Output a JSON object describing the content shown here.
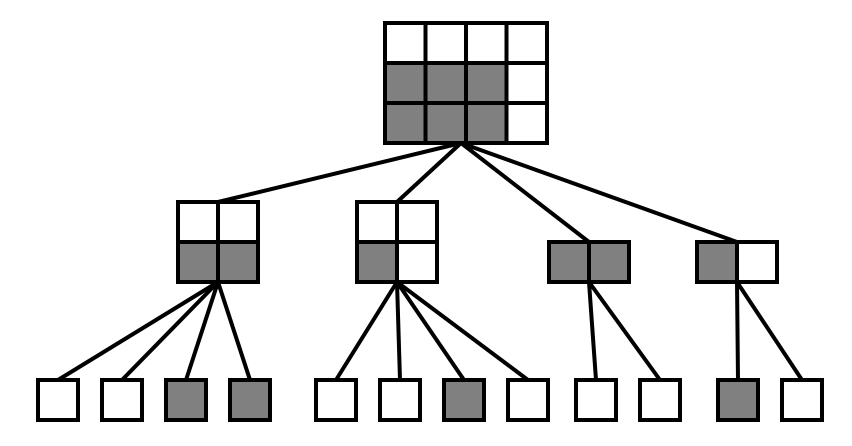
{
  "colors": {
    "filled": "#808080",
    "empty": "#ffffff",
    "stroke": "#000000"
  },
  "tree": {
    "root": {
      "cells": [
        [
          0,
          0,
          0,
          0
        ],
        [
          1,
          1,
          1,
          0
        ],
        [
          1,
          1,
          1,
          0
        ]
      ]
    },
    "level1": [
      {
        "cells": [
          [
            0,
            0
          ],
          [
            1,
            1
          ]
        ],
        "children": [
          0,
          0,
          1,
          1
        ]
      },
      {
        "cells": [
          [
            0,
            0
          ],
          [
            1,
            0
          ]
        ],
        "children": [
          0,
          0,
          1,
          0
        ]
      },
      {
        "cells": [
          [
            1,
            1
          ]
        ],
        "children": [
          0,
          0
        ]
      },
      {
        "cells": [
          [
            1,
            0
          ]
        ],
        "children": [
          1,
          0
        ]
      }
    ]
  }
}
